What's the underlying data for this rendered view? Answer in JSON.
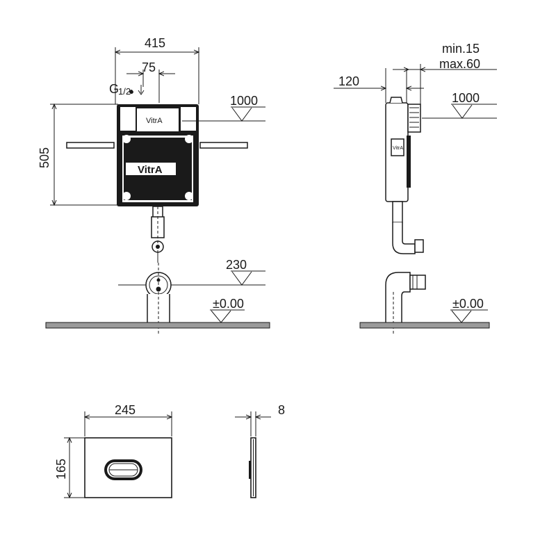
{
  "dimensions": {
    "frame_width": "415",
    "inlet_offset": "75",
    "inlet_thread": "G",
    "inlet_thread_half": "1/2",
    "frame_height": "505",
    "depth": "120",
    "wall_min": "min.15",
    "wall_max": "max.60",
    "level_top_front": "1000",
    "level_top_side": "1000",
    "level_outlet": "230",
    "floor_front": "±0.00",
    "floor_side": "±0.00",
    "plate_width": "245",
    "plate_height": "165",
    "plate_thickness": "8"
  },
  "brand": {
    "logo_small": "VitrA",
    "logo_large": "VitrA",
    "side_label": "VitrA"
  }
}
